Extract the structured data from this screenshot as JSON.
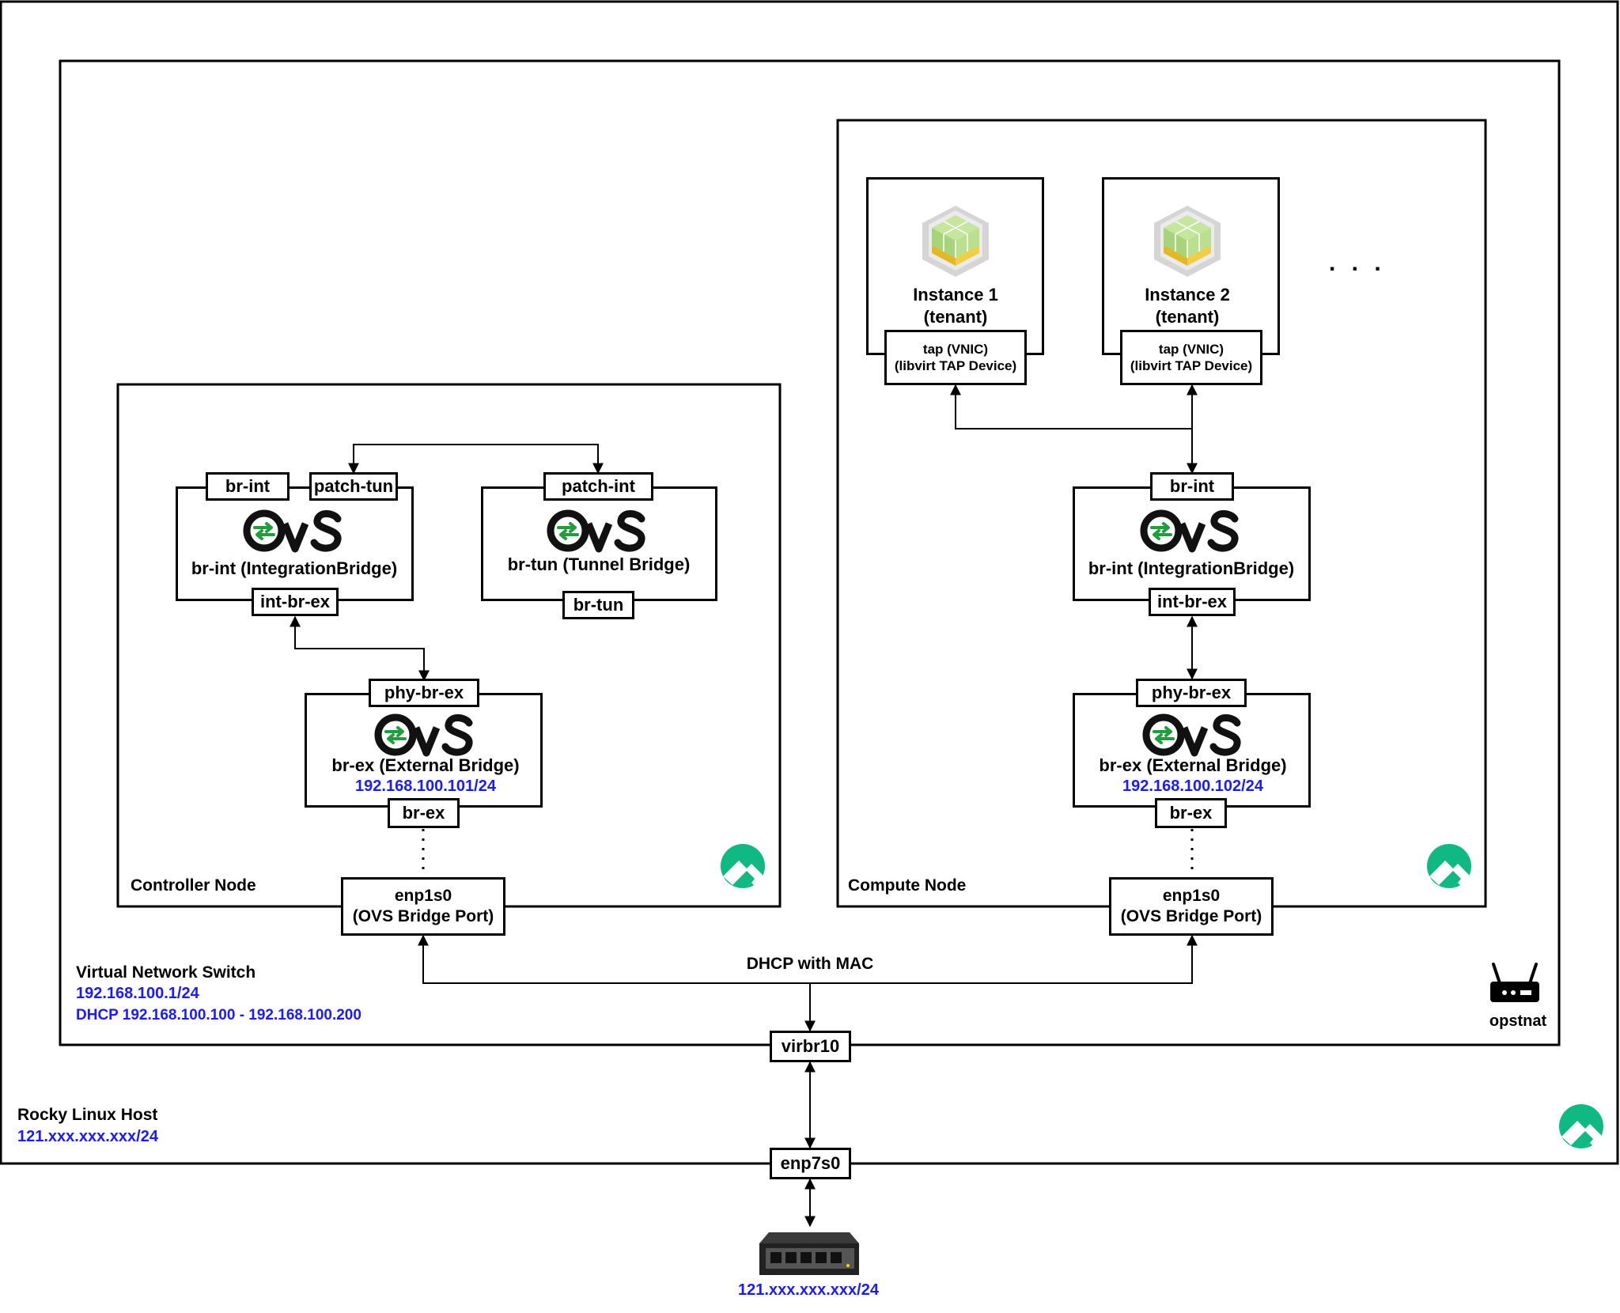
{
  "host": {
    "label": "Rocky Linux Host",
    "ip": "121.xxx.xxx.xxx/24"
  },
  "switch": {
    "label": "Virtual Network Switch",
    "ip": "192.168.100.1/24",
    "dhcp_range": "DHCP 192.168.100.100 - 192.168.100.200",
    "router_label": "opstnat",
    "dhcp_note": "DHCP with MAC",
    "bridge_port": "virbr10"
  },
  "host_nic": "enp7s0",
  "external": {
    "ip": "121.xxx.xxx.xxx/24",
    "icon": "network-switch-icon"
  },
  "controller": {
    "label": "Controller Node",
    "br_int": {
      "ports": [
        "br-int",
        "patch-tun",
        "int-br-ex"
      ],
      "name": "br-int (IntegrationBridge)"
    },
    "br_tun": {
      "ports": [
        "patch-int",
        "br-tun"
      ],
      "name": "br-tun (Tunnel Bridge)"
    },
    "br_ex": {
      "ports": [
        "phy-br-ex",
        "br-ex"
      ],
      "name": "br-ex (External Bridge)",
      "ip": "192.168.100.101/24"
    },
    "nic": {
      "line1": "enp1s0",
      "line2": "(OVS Bridge Port)"
    }
  },
  "compute": {
    "label": "Compute Node",
    "instances": [
      {
        "name": "Instance 1",
        "sub": "(tenant)",
        "tap1": "tap (VNIC)",
        "tap2": "(libvirt TAP Device)"
      },
      {
        "name": "Instance 2",
        "sub": "(tenant)",
        "tap1": "tap (VNIC)",
        "tap2": "(libvirt TAP Device)"
      }
    ],
    "ellipsis": ". . .",
    "br_int": {
      "ports": [
        "br-int",
        "int-br-ex"
      ],
      "name": "br-int (IntegrationBridge)"
    },
    "br_ex": {
      "ports": [
        "phy-br-ex",
        "br-ex"
      ],
      "name": "br-ex (External Bridge)",
      "ip": "192.168.100.102/24"
    },
    "nic": {
      "line1": "enp1s0",
      "line2": "(OVS Bridge Port)"
    }
  },
  "logos": {
    "ovs": "OvS",
    "rocky": "rocky-linux-logo"
  },
  "colors": {
    "ip_blue": "#1a1aff",
    "ovs_green": "#1e9e3c",
    "rocky_green": "#10b981",
    "cube_green": "#b5dc8a",
    "cube_yellow": "#e8c531"
  }
}
